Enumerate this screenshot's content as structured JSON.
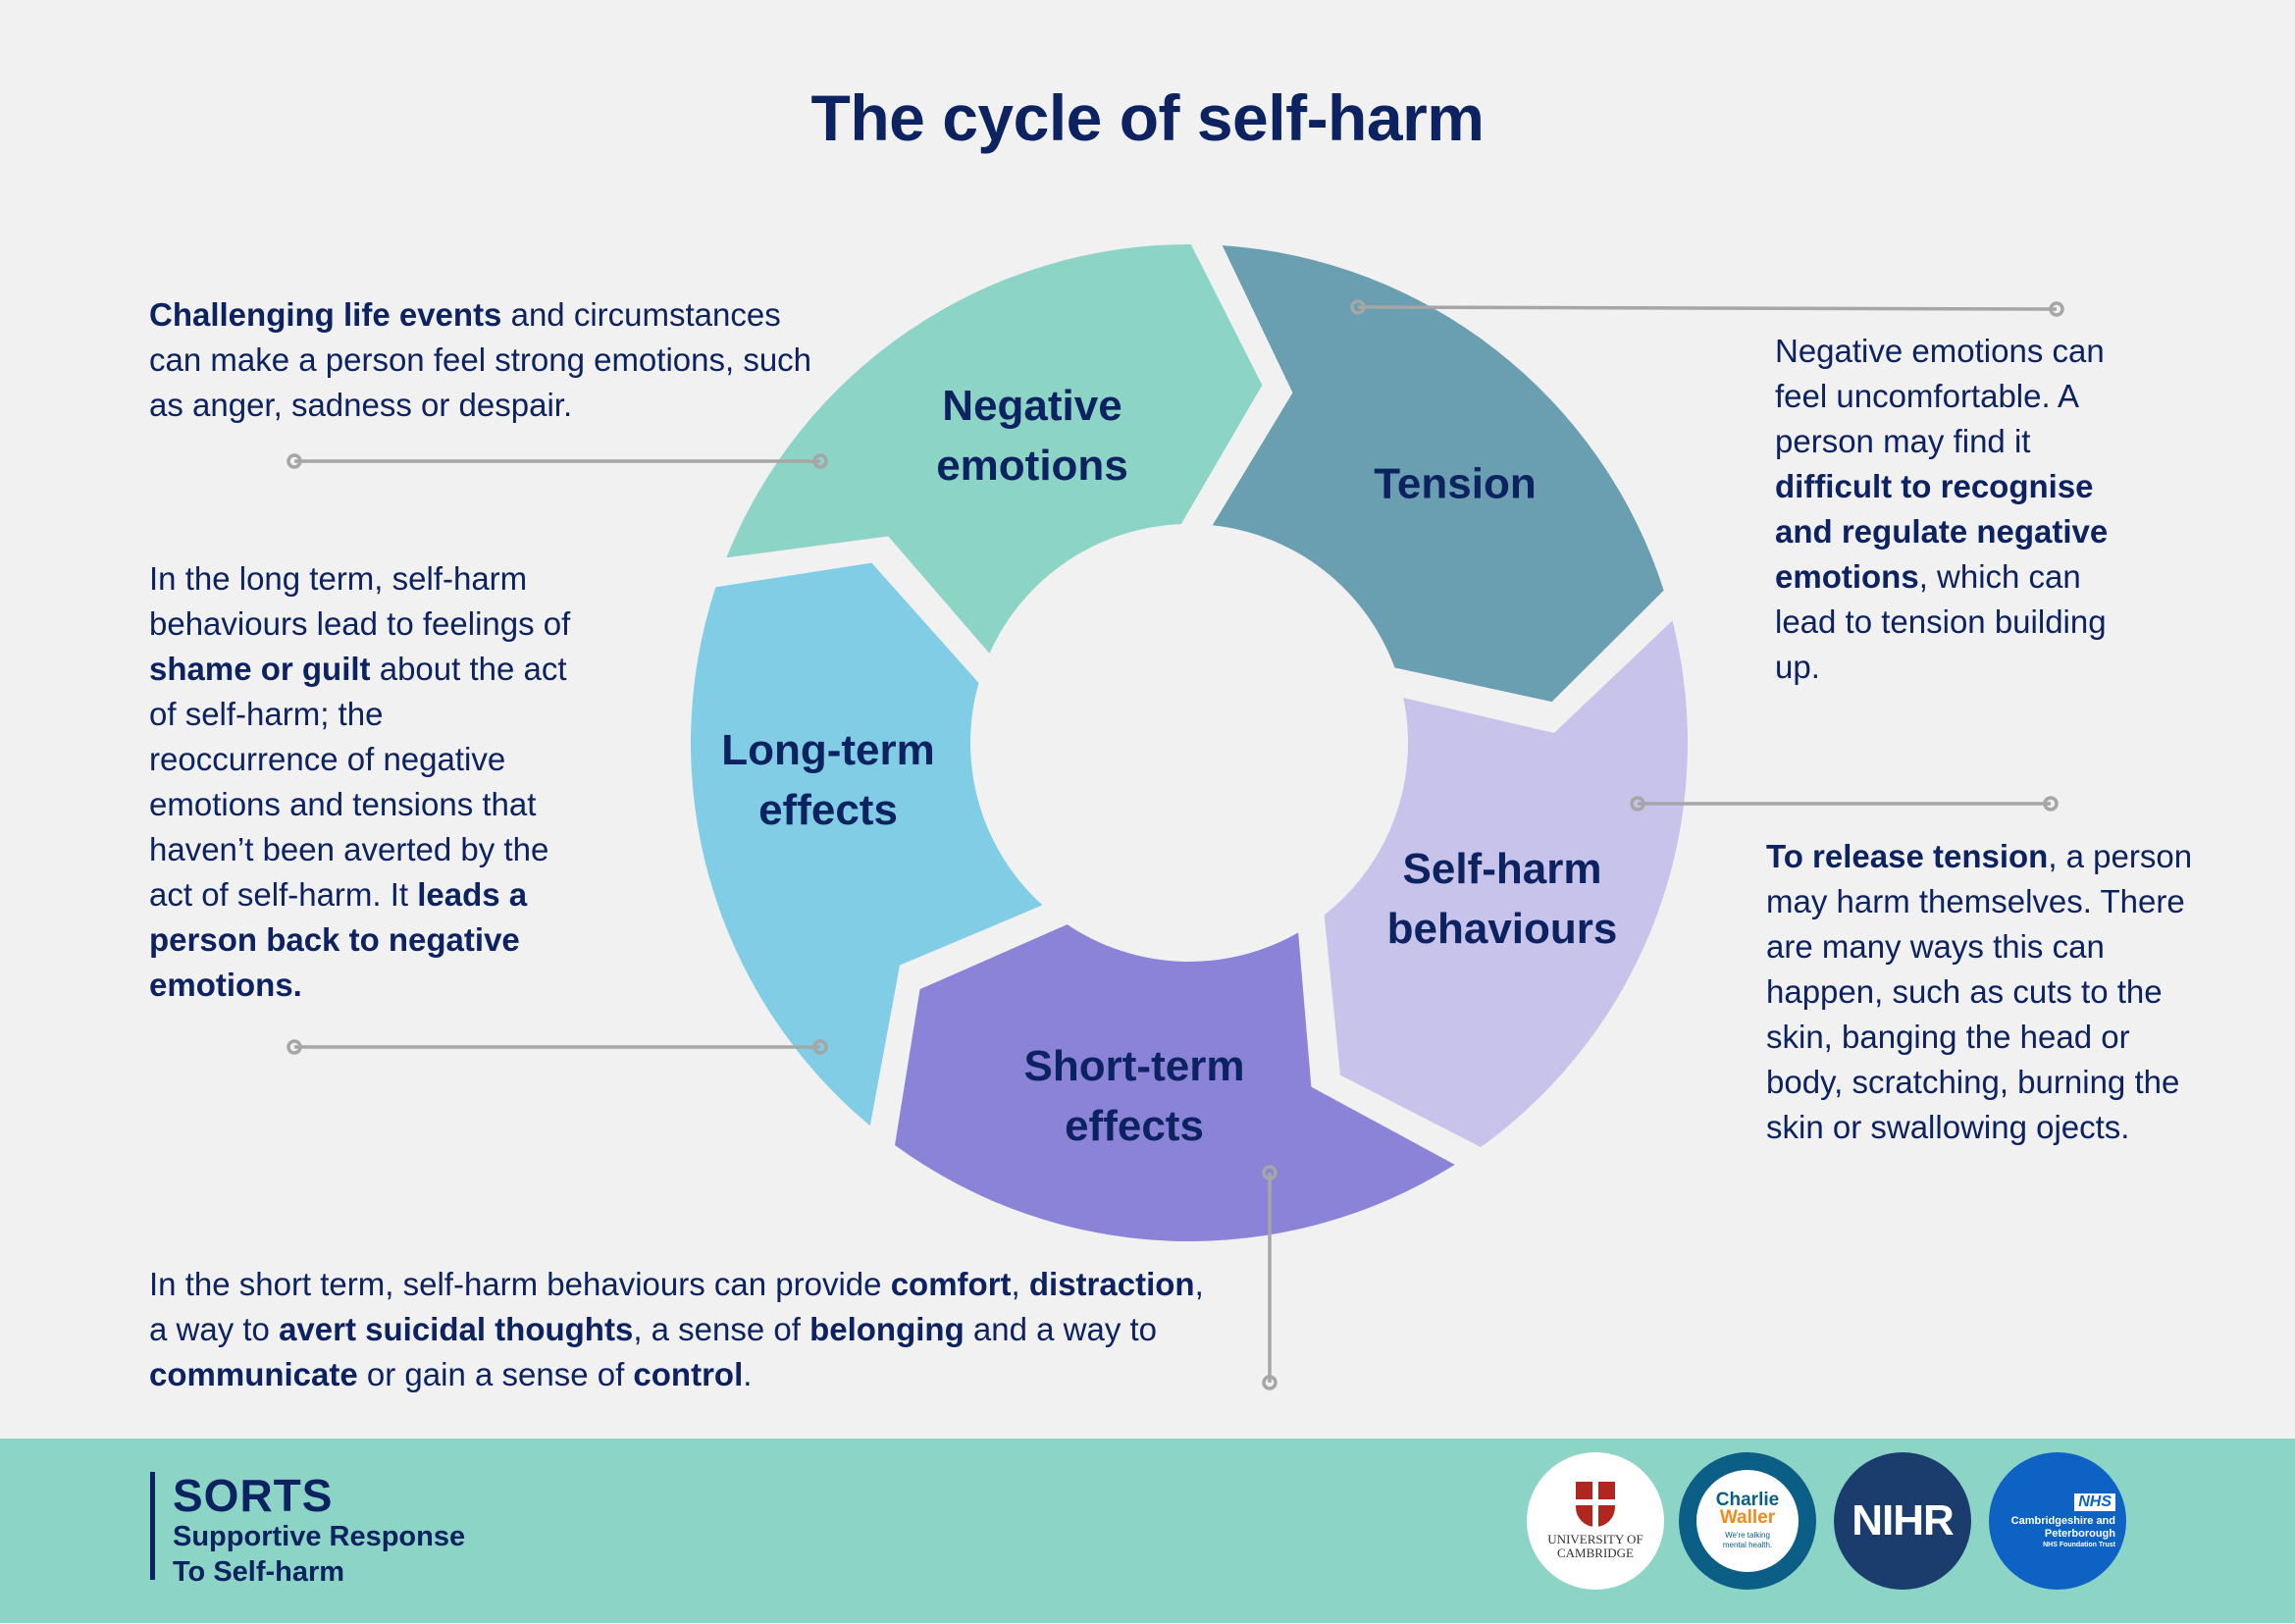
{
  "title": "The cycle of self-harm",
  "colors": {
    "text": "#0d2260",
    "background": "#f1f1f1",
    "connector": "#a6a6a6",
    "footer": "#8cd4c6"
  },
  "cycle": {
    "segments": [
      {
        "id": "negative-emotions",
        "label_lines": [
          "Negative",
          "emotions"
        ],
        "color": "#6a9fb1"
      },
      {
        "id": "tension",
        "label_lines": [
          "Tension"
        ],
        "color": "#c8c3eb"
      },
      {
        "id": "self-harm-behaviours",
        "label_lines": [
          "Self-harm",
          "behaviours"
        ],
        "color": "#8b83d7"
      },
      {
        "id": "short-term-effects",
        "label_lines": [
          "Short-term",
          "effects"
        ],
        "color": "#80cde5"
      },
      {
        "id": "long-term-effects",
        "label_lines": [
          "Long-term",
          "effects"
        ],
        "color": "#8cd4c6"
      }
    ],
    "direction": "clockwise"
  },
  "descriptions": {
    "negative_emotions": [
      {
        "t": "Challenging life events",
        "b": true
      },
      {
        "t": " and circumstances can make a person feel strong emotions, such as anger, sadness or despair.",
        "b": false
      }
    ],
    "tension": [
      {
        "t": "Negative emotions can feel uncomfortable. A person may find it ",
        "b": false
      },
      {
        "t": "difficult to recognise and regulate negative emotions",
        "b": true
      },
      {
        "t": ", which can lead to tension building up.",
        "b": false
      }
    ],
    "self_harm_behaviours": [
      {
        "t": "To release tension",
        "b": true
      },
      {
        "t": ", a person may harm themselves. There are many ways this can happen, such as cuts to the skin, banging the head or body, scratching, burning the skin or swallowing ojects.",
        "b": false
      }
    ],
    "short_term_effects": [
      {
        "t": "In the short term, self-harm behaviours can provide ",
        "b": false
      },
      {
        "t": "comfort",
        "b": true
      },
      {
        "t": ", ",
        "b": false
      },
      {
        "t": "distraction",
        "b": true
      },
      {
        "t": ", a way to ",
        "b": false
      },
      {
        "t": "avert suicidal thoughts",
        "b": true
      },
      {
        "t": ", a sense of ",
        "b": false
      },
      {
        "t": "belonging",
        "b": true
      },
      {
        "t": " and a way to ",
        "b": false
      },
      {
        "t": "communicate",
        "b": true
      },
      {
        "t": " or gain a sense of ",
        "b": false
      },
      {
        "t": "control",
        "b": true
      },
      {
        "t": ".",
        "b": false
      }
    ],
    "long_term_effects": [
      {
        "t": "In the long term, self-harm behaviours lead to feelings of ",
        "b": false
      },
      {
        "t": "shame or guilt",
        "b": true
      },
      {
        "t": " about the act of self-harm; the reoccurrence of negative emotions and tensions that haven’t been averted by the act of self-harm. It ",
        "b": false
      },
      {
        "t": "leads a person back to negative emotions.",
        "b": true
      }
    ]
  },
  "footer": {
    "brand_name": "SORTS",
    "brand_sub_1": "Supportive Response",
    "brand_sub_2": "To Self-harm",
    "logos": {
      "cambridge": {
        "line1": "UNIVERSITY OF",
        "line2": "CAMBRIDGE"
      },
      "charlie_waller": {
        "line1": "Charlie",
        "line2": "Waller",
        "tagline_1": "We're talking",
        "tagline_2": "mental health."
      },
      "nihr": {
        "text": "NIHR"
      },
      "nhs": {
        "badge": "NHS",
        "line1": "Cambridgeshire and",
        "line2": "Peterborough",
        "line3": "NHS Foundation Trust"
      }
    }
  }
}
